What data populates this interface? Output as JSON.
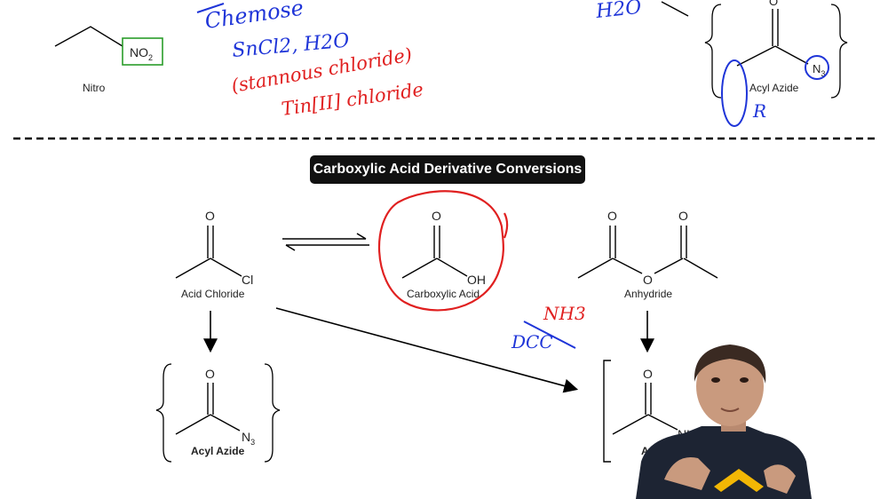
{
  "section_title": "Carboxylic Acid Derivative Conversions",
  "top": {
    "nitro_label": "Nitro",
    "nitro_group": "NO",
    "nitro_sub": "2",
    "reagent_line1": "Chemose",
    "reagent_line2": "SnCl2, H2O",
    "reagent_line3": "(stannous chloride)",
    "reagent_line4": "Tin[II] chloride",
    "right_reagent": "H2O",
    "acyl_azide_label": "Acyl Azide",
    "acyl_azide_n": "N",
    "acyl_azide_n_sub": "3",
    "o_label": "O",
    "r_label": "R"
  },
  "molecules": {
    "acid_chloride": {
      "name": "Acid Chloride",
      "o": "O",
      "group": "Cl"
    },
    "carboxylic_acid": {
      "name": "Carboxylic Acid",
      "o": "O",
      "group": "OH"
    },
    "anhydride": {
      "name": "Anhydride",
      "o1": "O",
      "o2": "O",
      "o_bridge": "O"
    },
    "acyl_azide": {
      "name": "Acyl Azide",
      "o": "O",
      "group": "N",
      "group_sub": "3"
    },
    "amide": {
      "name_partial": "Am",
      "o": "O",
      "group_partial": "NH"
    }
  },
  "annotations": {
    "nh3": "NH3",
    "dcc": "DCC"
  },
  "colors": {
    "red_ink": "#e02020",
    "blue_ink": "#1f35d8",
    "green_box": "#2a9d2a",
    "title_bg": "#111111"
  }
}
